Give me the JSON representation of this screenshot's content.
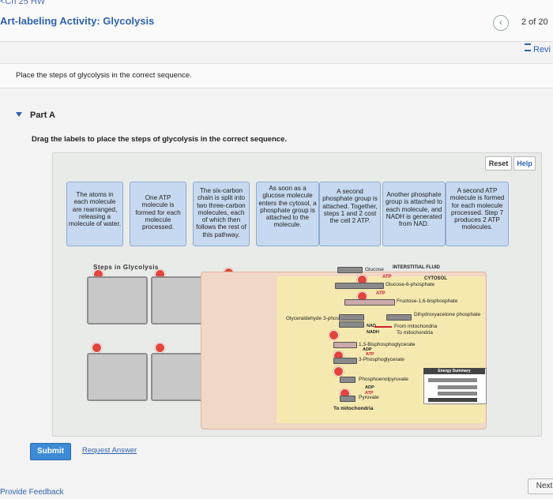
{
  "header": {
    "breadcrumb": "<Ch 25 HW",
    "title": "Art-labeling Activity: Glycolysis",
    "prev_icon": "chevron-left-icon",
    "page_count": "2 of 20",
    "review_label": "Revi"
  },
  "instructions": "Place the steps of glycolysis in the correct sequence.",
  "part": {
    "label": "Part A",
    "prompt": "Drag the labels to place the steps of glycolysis in the correct sequence."
  },
  "toolbar": {
    "reset": "Reset",
    "help": "Help"
  },
  "labels": [
    "The atoms in each molecule are rearranged, releasing a molecule of water.",
    "One ATP molecule is formed for each molecule processed.",
    "The six-carbon chain is split into two three-carbon molecules, each of which then follows the rest of this pathway.",
    "As soon as a glucose molecule enters the cytosol, a phosphate group is attached to the molecule.",
    "A second phosphate group is attached. Together, steps 1 and 2 cost the cell 2 ATP.",
    "Another phosphate group is attached to each molecule, and NADH is generated from NAD.",
    "A second ATP molecule is formed for each molecule processed. Step 7 produces 2 ATP molecules."
  ],
  "steps_title": "Steps in Glycolysis",
  "diagram": {
    "glucose": "Glucose",
    "fluid": "INTERSTITIAL FLUID",
    "cytosol": "CYTOSOL",
    "atp": "ATP",
    "adp": "ADP",
    "g6p": "Glucose-6-phosphate",
    "fbp": "Fructose-1,6-bisphosphate",
    "g3p": "Glyceraldehyde 3-phosphate",
    "dhap": "Dihydroxyacetone phosphate",
    "nad": "NAD",
    "nadh": "NADH",
    "mito1": "From mitochondria",
    "mito2": "To mitochondria",
    "bpg": "1,3-Bisphosphoglycerate",
    "pg3": "3-Phosphoglycerate",
    "pep": "Phosphoenolpyruvate",
    "pyruvate": "Pyruvate",
    "mito3": "To mitochondria",
    "energy_title": "Energy Summary"
  },
  "actions": {
    "submit": "Submit",
    "request_answer": "Request Answer",
    "feedback": "Provide Feedback",
    "next": "Next"
  }
}
